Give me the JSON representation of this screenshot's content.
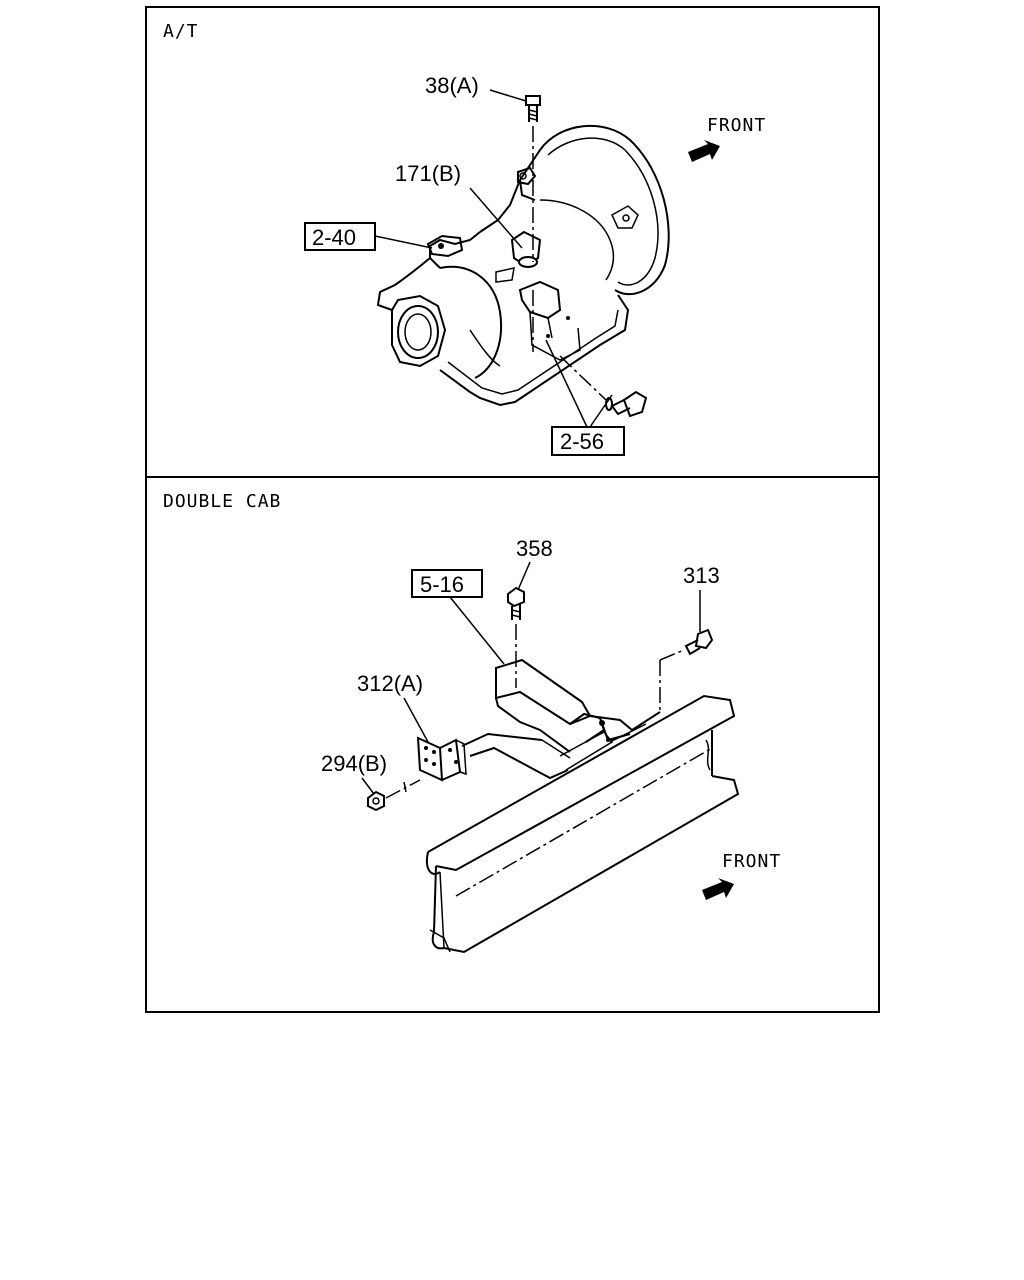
{
  "panels": [
    {
      "heading": "A/T",
      "callouts": [
        "38(A)",
        "171(B)",
        "2-40",
        "2-56"
      ],
      "front_label": "FRONT"
    },
    {
      "heading": "DOUBLE CAB",
      "callouts": [
        "358",
        "5-16",
        "313",
        "312(A)",
        "294(B)"
      ],
      "front_label": "FRONT"
    }
  ]
}
